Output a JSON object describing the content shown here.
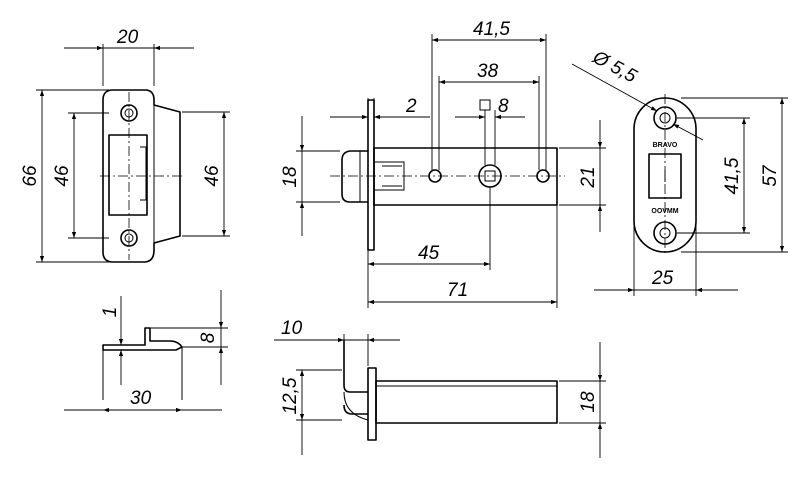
{
  "strike_plate": {
    "width_label": "20",
    "height_label": "66",
    "inner_left_label": "46",
    "inner_right_label": "46"
  },
  "strike_side": {
    "thickness_label": "1",
    "depth_label": "8",
    "length_label": "30"
  },
  "latch_front": {
    "backset_outer_label": "41,5",
    "backset_inner_label": "38",
    "offset_label": "2",
    "square_label": "8",
    "tongue_height_label": "18",
    "body_height_label": "21",
    "center_label": "45",
    "length_label": "71"
  },
  "faceplate": {
    "hole_label": "Ø 5,5",
    "hole_spacing_label": "41,5",
    "height_label": "57",
    "width_label": "25",
    "top_mark": "BRAVO",
    "bottom_mark": "OOVMM"
  },
  "latch_side": {
    "tongue_length_label": "10",
    "tongue_height_label": "12,5",
    "body_height_label": "18"
  }
}
